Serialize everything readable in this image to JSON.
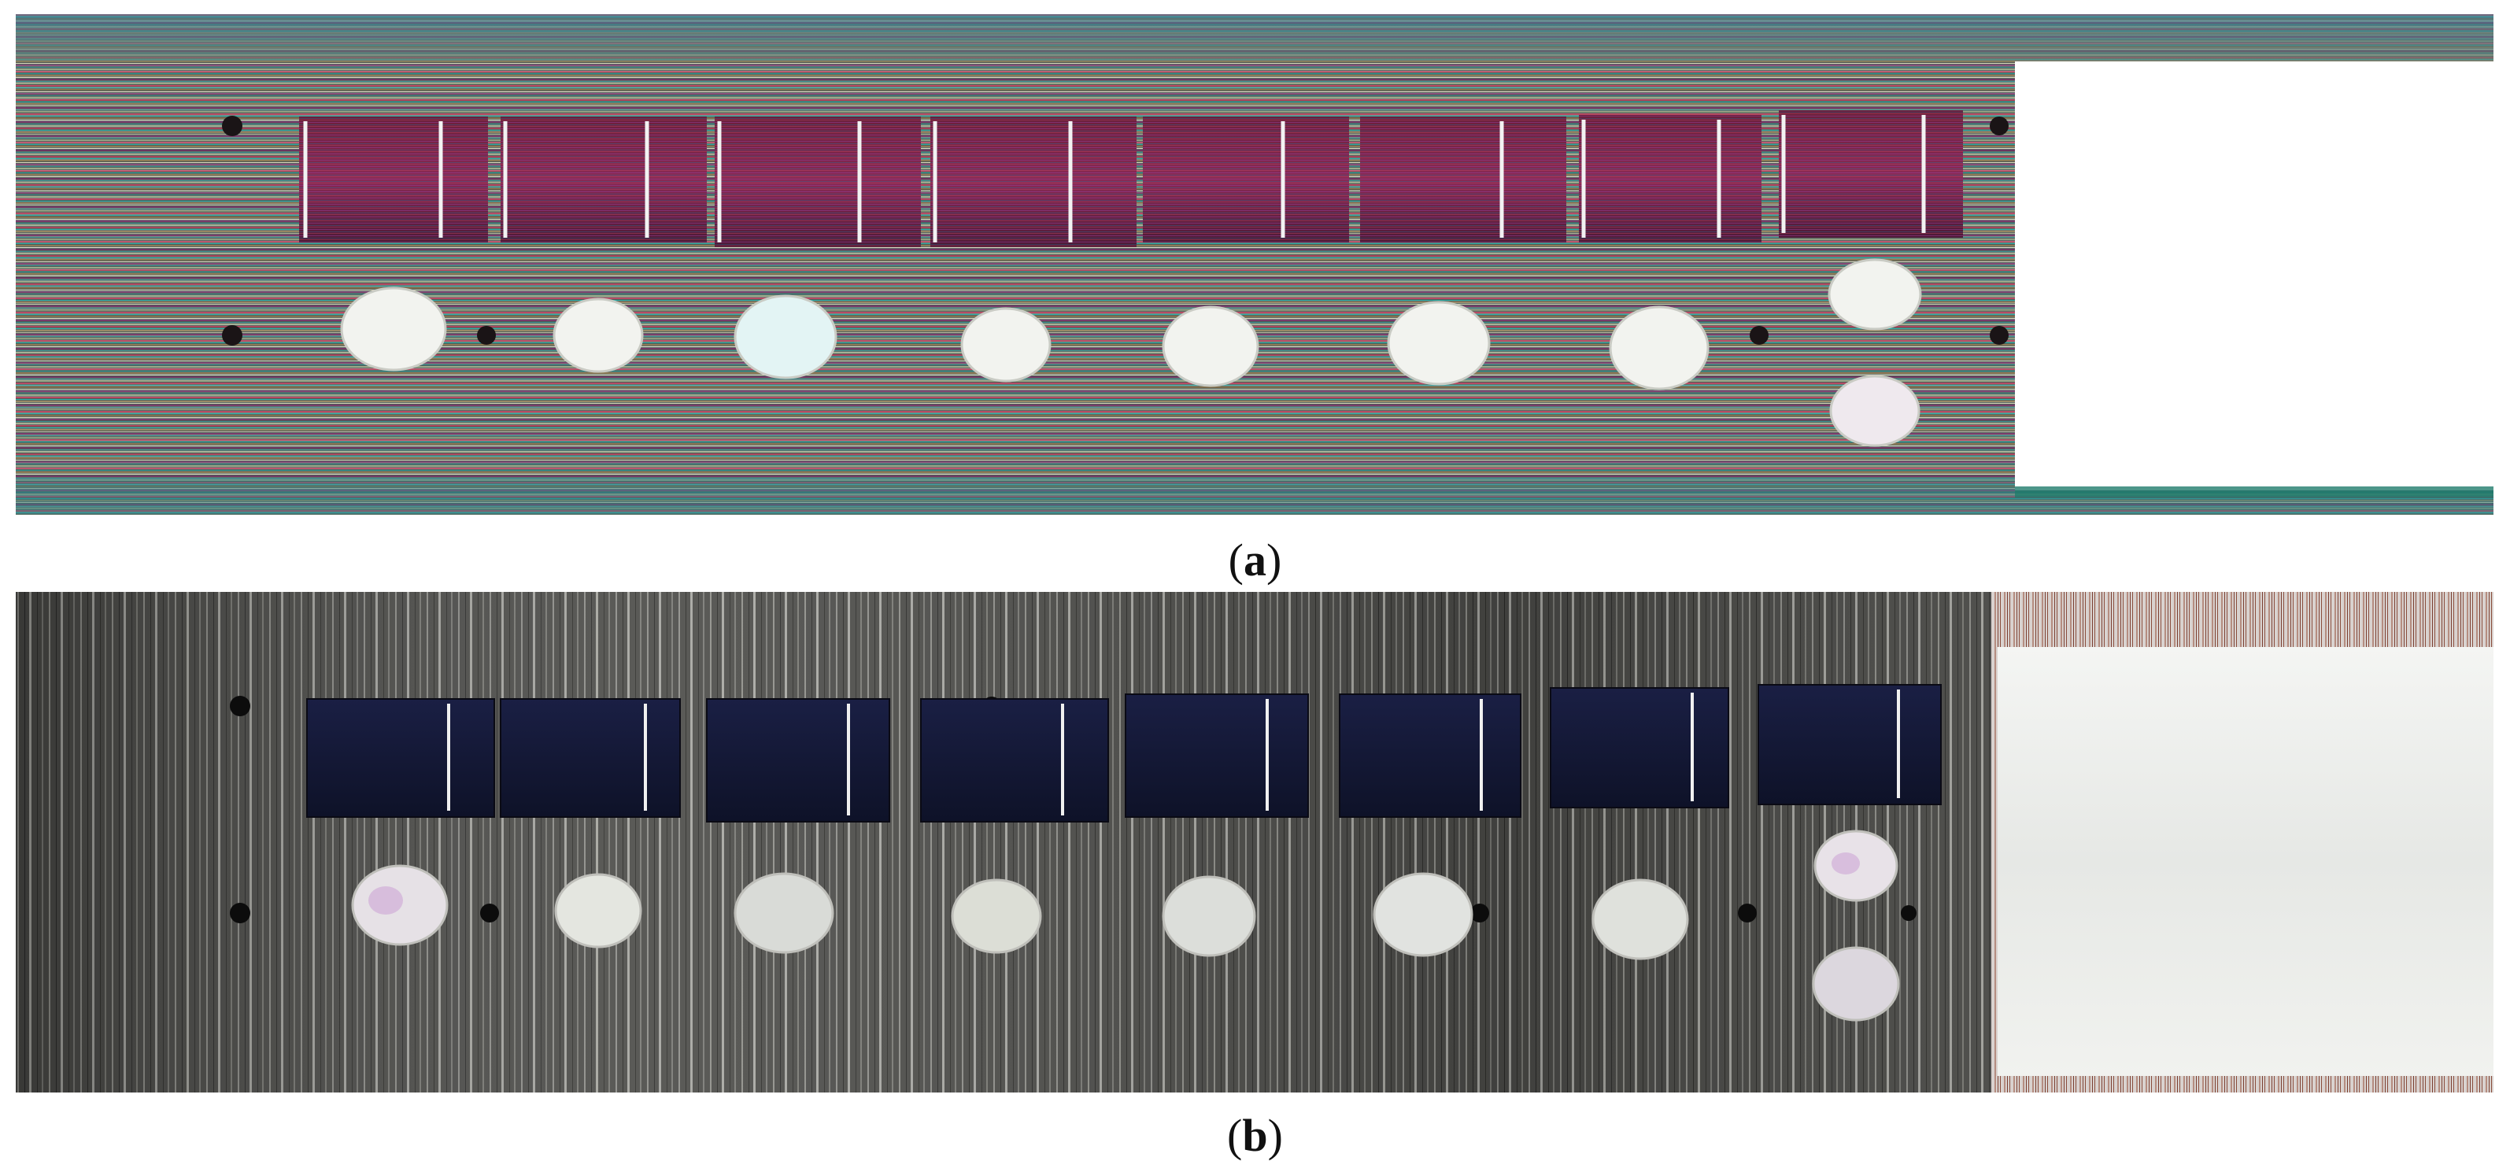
{
  "figure": {
    "panels": [
      {
        "id": "a",
        "caption_open": "(",
        "caption_letter": "a",
        "caption_close": ")",
        "description_colors": {
          "stripe_a": "#b03a5a",
          "stripe_b": "#2aa7a0",
          "base": "#5b6b64",
          "white_block": "#ffffff"
        }
      },
      {
        "id": "b",
        "caption_open": "(",
        "caption_letter": "b",
        "caption_close": ")",
        "description_colors": {
          "base": "#4a4a48",
          "cells": "#12152e",
          "white_block": "#e9ebe8",
          "rust": "#7a5a4d"
        }
      }
    ],
    "cell_count": 8,
    "round_sample_count": 9
  }
}
